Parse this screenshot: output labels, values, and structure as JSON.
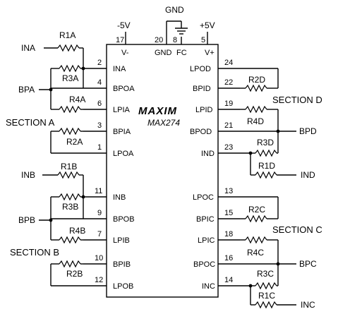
{
  "chip": {
    "brand": "MAXIM",
    "part": "MAX274",
    "top_pins": [
      {
        "number": "17",
        "name": "V-",
        "supply": "-5V"
      },
      {
        "number": "20",
        "name": "GND",
        "supply": "GND"
      },
      {
        "number": "8",
        "name": "FC",
        "supply": ""
      },
      {
        "number": "5",
        "name": "V+",
        "supply": "+5V"
      }
    ],
    "left_pins": [
      {
        "number": "2",
        "name": "INA"
      },
      {
        "number": "4",
        "name": "BPOA"
      },
      {
        "number": "6",
        "name": "LPIA"
      },
      {
        "number": "3",
        "name": "BPIA"
      },
      {
        "number": "1",
        "name": "LPOA"
      },
      {
        "number": "11",
        "name": "INB"
      },
      {
        "number": "9",
        "name": "BPOB"
      },
      {
        "number": "7",
        "name": "LPIB"
      },
      {
        "number": "10",
        "name": "BPIB"
      },
      {
        "number": "12",
        "name": "LPOB"
      }
    ],
    "right_pins": [
      {
        "number": "24",
        "name": "LPOD"
      },
      {
        "number": "22",
        "name": "BPID"
      },
      {
        "number": "19",
        "name": "LPID"
      },
      {
        "number": "21",
        "name": "BPOD"
      },
      {
        "number": "23",
        "name": "IND"
      },
      {
        "number": "13",
        "name": "LPOC"
      },
      {
        "number": "15",
        "name": "BPIC"
      },
      {
        "number": "18",
        "name": "LPIC"
      },
      {
        "number": "16",
        "name": "BPOC"
      },
      {
        "number": "14",
        "name": "INC"
      }
    ]
  },
  "resistors": [
    "R1A",
    "R3A",
    "R4A",
    "R2A",
    "R1B",
    "R3B",
    "R4B",
    "R2B",
    "R2D",
    "R4D",
    "R3D",
    "R1D",
    "R2C",
    "R4C",
    "R3C",
    "R1C"
  ],
  "signals": {
    "ina": "INA",
    "bpa": "BPA",
    "inb": "INB",
    "bpb": "BPB",
    "bpd": "BPD",
    "ind": "IND",
    "bpc": "BPC",
    "inc": "INC"
  },
  "sections": {
    "a": "SECTION A",
    "b": "SECTION B",
    "c": "SECTION C",
    "d": "SECTION D"
  }
}
